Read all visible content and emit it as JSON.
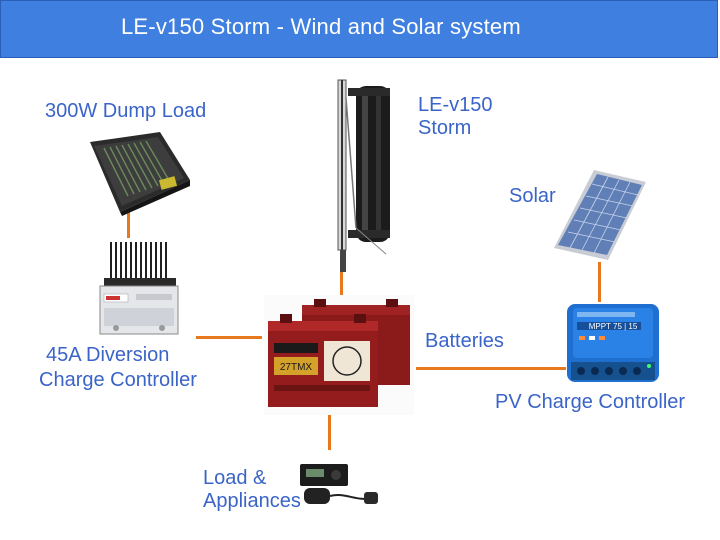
{
  "header": {
    "title": "LE-v150 Storm - Wind and Solar system"
  },
  "components": {
    "dump_load": {
      "label": "300W Dump Load"
    },
    "turbine": {
      "label_line1": "LE-v150",
      "label_line2": "Storm"
    },
    "solar": {
      "label": "Solar"
    },
    "diversion_controller": {
      "label_line1": "45A Diversion",
      "label_line2": "Charge  Controller"
    },
    "batteries": {
      "label": "Batteries",
      "battery_model_text": "27TMX"
    },
    "pv_controller": {
      "label": "PV Charge Controller",
      "model_text": "MPPT 75 | 15"
    },
    "load": {
      "label_line1": "Load &",
      "label_line2": "Appliances"
    }
  },
  "colors": {
    "title_bar": "#3f7fe0",
    "label_text": "#3a64c8",
    "wire": "#e8781e",
    "battery": "#8b1a1a",
    "controller_blue": "#1f6fd0"
  }
}
